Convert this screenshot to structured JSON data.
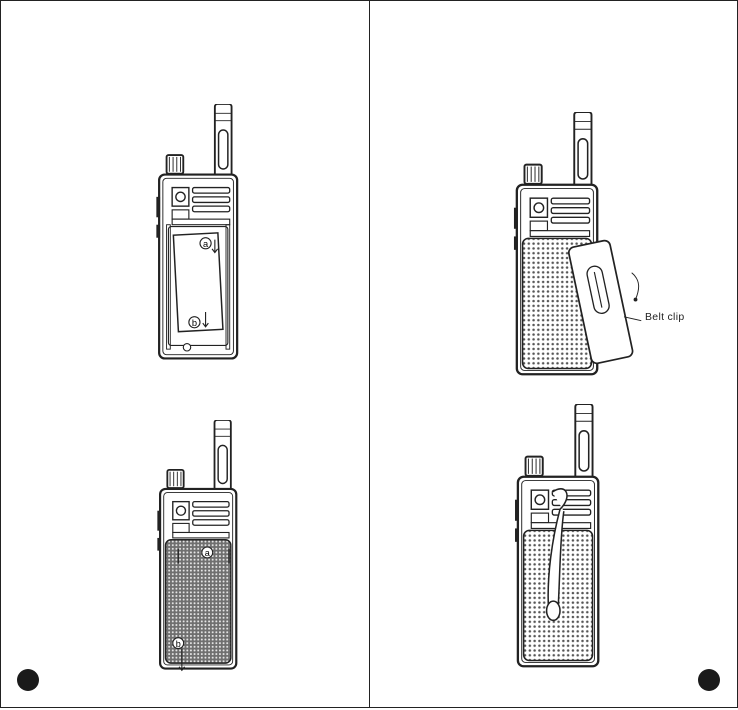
{
  "labels": {
    "belt_clip": "Belt clip",
    "callout_a": "a",
    "callout_b": "b"
  },
  "figures": [
    {
      "name": "battery-installation"
    },
    {
      "name": "battery-cover-installation"
    },
    {
      "name": "belt-clip-installation"
    },
    {
      "name": "strap-installation"
    }
  ]
}
